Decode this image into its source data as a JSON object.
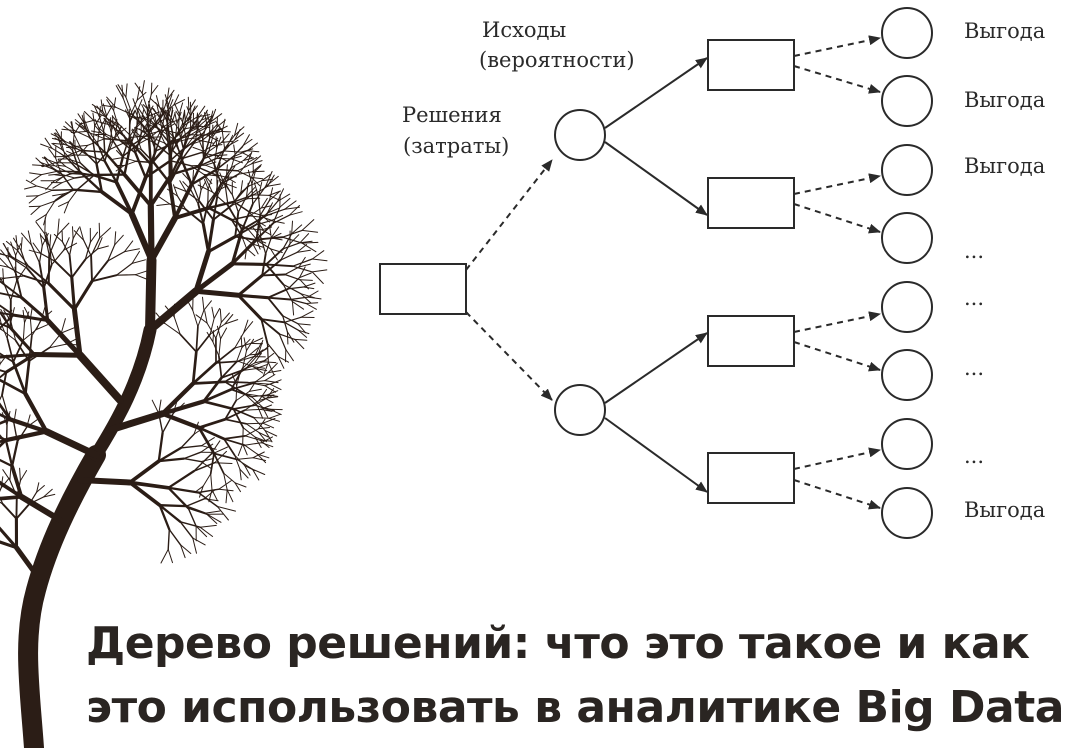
{
  "diagram": {
    "labels": {
      "outcomes_line1": "Исходы",
      "outcomes_line2": "(вероятности)",
      "decisions_line1": "Решения",
      "decisions_line2": "(затраты)"
    },
    "outcomes": [
      "Выгода",
      "Выгода",
      "Выгода",
      "...",
      "...",
      "...",
      "...",
      "Выгода"
    ]
  },
  "title": {
    "line1": "Дерево решений: что это такое и как",
    "line2": "это использовать в аналитике Big Data"
  },
  "colors": {
    "tree": "#2b1d16",
    "ink": "#2a2a2a",
    "title": "#2a2522"
  }
}
